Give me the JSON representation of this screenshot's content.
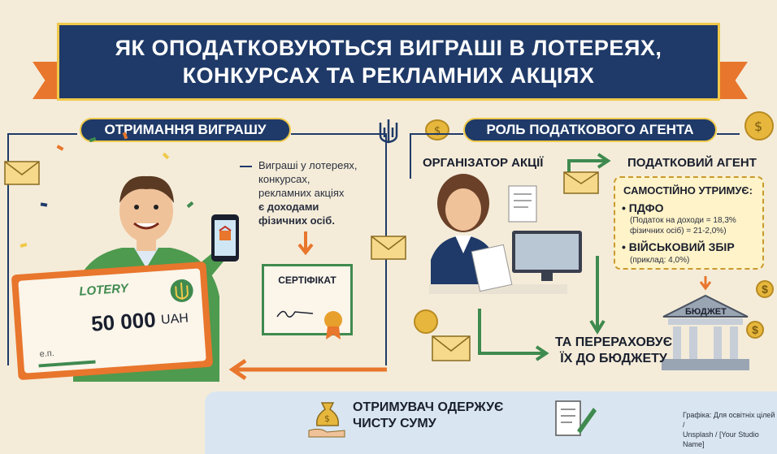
{
  "title": {
    "line1": "ЯК ОПОДАТКОВУЮТЬСЯ ВИГРАШІ В ЛОТЕРЕЯХ,",
    "line2": "КОНКУРСАХ ТА РЕКЛАМНИХ АКЦІЯХ"
  },
  "left_section": {
    "heading": "ОТРИМАННЯ ВИГРАШУ",
    "note_lines": [
      "Виграші у лотереях,",
      "конкурсах,",
      "рекламних акціях"
    ],
    "note_bold": [
      "є доходами",
      "фізичних осіб."
    ],
    "certificate_title": "СЕРТІФІКАТ",
    "check_brand": "LOTERY",
    "check_amount": "50 000",
    "check_currency": "UAH",
    "check_ep": "е.п."
  },
  "right_section": {
    "heading": "РОЛЬ ПОДАТКОВОГО АГЕНТА",
    "organizer_label": "ОРГАНІЗАТОР АКЦІЇ",
    "agent_label": "ПОДАТКОВИЙ АГЕНТ",
    "withholds_title": "САМОСТІЙНО УТРИМУЄ:",
    "pdfo_title": "ПДФО",
    "pdfo_detail_1": "(Податок на доходи = 18,3%",
    "pdfo_detail_2": "фізичних осіб)           = 21-2,0%)",
    "military_title": "ВІЙСЬКОВИЙ ЗБІР",
    "military_detail": "(приклад: 4,0%)",
    "budget_label": "БЮДЖЕТ",
    "transfer_line1": "ТА ПЕРЕРАХОВУЄ",
    "transfer_line2": "ЇХ ДО БЮДЖЕТУ"
  },
  "bottom": {
    "line1": "ОТРИМУВАЧ ОДЕРЖУЄ",
    "line2": "ЧИСТУ СУМУ",
    "credit_line1": "Графіка: Для освітніх цілей /",
    "credit_line2": "Unsplash / [Your Studio Name]"
  },
  "colors": {
    "navy": "#1f3a68",
    "gold": "#f0c94a",
    "orange": "#e8762c",
    "green": "#3f8a4f",
    "background": "#f4ecd9"
  }
}
